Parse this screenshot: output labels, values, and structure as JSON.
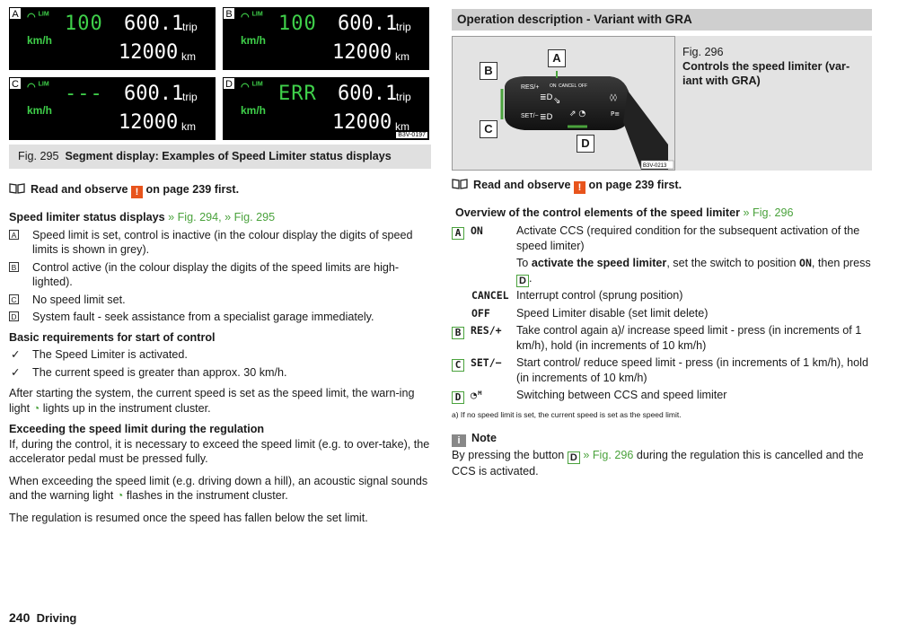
{
  "figure295": {
    "panels": [
      {
        "label": "A",
        "lim": "LIM",
        "speed": "100",
        "kmh": "km/h",
        "trip": "600.1",
        "trip_unit": "trip",
        "km": "12000",
        "km_unit": "km"
      },
      {
        "label": "B",
        "lim": "LIM",
        "speed": "100",
        "kmh": "km/h",
        "trip": "600.1",
        "trip_unit": "trip",
        "km": "12000",
        "km_unit": "km"
      },
      {
        "label": "C",
        "lim": "LIM",
        "speed": "---",
        "kmh": "km/h",
        "trip": "600.1",
        "trip_unit": "trip",
        "km": "12000",
        "km_unit": "km"
      },
      {
        "label": "D",
        "lim": "LIM",
        "speed": "ERR",
        "kmh": "km/h",
        "trip": "600.1",
        "trip_unit": "trip",
        "km": "12000",
        "km_unit": "km"
      }
    ],
    "code": "B3V-0197",
    "caption_num": "Fig. 295",
    "caption_text": "Segment display: Examples of Speed Limiter status displays"
  },
  "left": {
    "read_pre": "Read and observe",
    "read_post": "on page 239 first.",
    "status_heading": "Speed limiter status displays",
    "status_refs": " » Fig. 294, » Fig. 295",
    "status_items": [
      {
        "key": "A",
        "text": "Speed limit is set, control is inactive (in the colour display the digits of speed limits is shown in grey)."
      },
      {
        "key": "B",
        "text": "Control active (in the colour display the digits of the speed limits are high-lighted)."
      },
      {
        "key": "C",
        "text": "No speed limit set."
      },
      {
        "key": "D",
        "text": "System fault - seek assistance from a specialist garage immediately."
      }
    ],
    "basic_heading": "Basic requirements for start of control",
    "basic_items": [
      "The Speed Limiter is activated.",
      "The current speed is greater than approx. 30 km/h."
    ],
    "after_start_a": "After starting the system, the current speed is set as the speed limit, the warn-ing light ",
    "after_start_b": " lights up in the instrument cluster.",
    "exceed_heading": "Exceeding the speed limit during the regulation",
    "exceed_text": "If, during the control, it is necessary to exceed the speed limit (e.g. to over-take), the accelerator pedal must be pressed fully.",
    "hill_a": "When exceeding the speed limit (e.g. driving down a hill), an acoustic signal sounds and the warning light ",
    "hill_b": " flashes in the instrument cluster.",
    "resumed": "The regulation is resumed once the speed has fallen below the set limit."
  },
  "right": {
    "heading": "Operation description - Variant with GRA",
    "fig_labels": {
      "a": "A",
      "b": "B",
      "c": "C",
      "d": "D"
    },
    "fig_lever": {
      "res": "RES/+",
      "on": "ON",
      "cancel": "CANCEL",
      "off": "OFF",
      "set": "SET/−"
    },
    "fig_code": "B3V-0213",
    "fig_num": "Fig. 296",
    "fig_title": "Controls the speed limiter (var-iant with GRA)",
    "read_pre": "Read and observe",
    "read_post": "on page 239 first.",
    "overview_heading": "Overview of the control elements of the speed limiter",
    "overview_ref": " » Fig. 296",
    "controls": {
      "a_key": "A",
      "a_label": "ON",
      "a_text": "Activate CCS (required condition for the subsequent activation of the speed limiter)",
      "a2_pre": "To ",
      "a2_bold": "activate the speed limiter",
      "a2_mid": ", set the switch to position ",
      "a2_on": "ON",
      "a2_post": ", then press ",
      "a2_key": "D",
      "cancel_label": "CANCEL",
      "cancel_text": "Interrupt control (sprung position)",
      "off_label": "OFF",
      "off_text": "Speed Limiter disable (set limit delete)",
      "b_key": "B",
      "b_label": "RES/+",
      "b_text": "Take control again a)/ increase speed limit - press (in increments of 1 km/h), hold (in increments of 10 km/h)",
      "c_key": "C",
      "c_label": "SET/−",
      "c_text": "Start control/ reduce speed limit - press (in increments of 1 km/h), hold (in increments of 10 km/h)",
      "d_key": "D",
      "d_text": "Switching between CCS and speed limiter"
    },
    "footnote": "a)  If no speed limit is set, the current speed is set as the speed limit.",
    "note_heading": "Note",
    "note_pre": "By pressing the button ",
    "note_key": "D",
    "note_ref": " » Fig. 296",
    "note_post": " during the regulation this is cancelled and the CCS is activated."
  },
  "footer": {
    "page": "240",
    "section": "Driving"
  },
  "colors": {
    "green": "#4aa23c",
    "segment_green": "#3fd04a",
    "warning": "#e8541c",
    "caption_bg": "#e0e0e0"
  }
}
